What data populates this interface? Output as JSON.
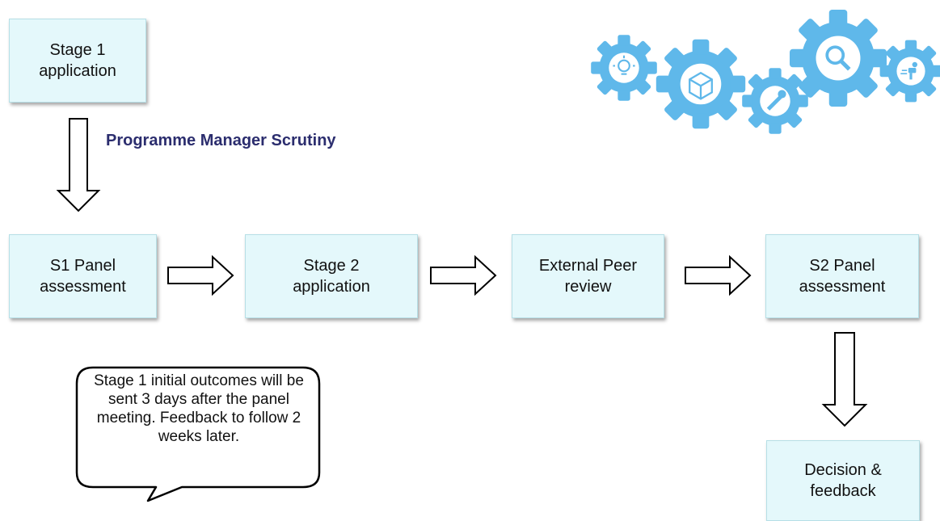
{
  "stages": {
    "stage1_application": "Stage 1\napplication",
    "s1_panel": "S1 Panel\nassessment",
    "stage2_application": "Stage 2\napplication",
    "external_peer": "External Peer\nreview",
    "s2_panel": "S2 Panel\nassessment",
    "decision": "Decision &\nfeedback"
  },
  "scrutiny_label": "Programme Manager Scrutiny",
  "callout_text": "Stage 1 initial outcomes will be sent 3 days after the panel meeting. Feedback to follow 2 weeks later.",
  "colors": {
    "box_fill": "#e4f8fb",
    "gear": "#5fb8ea",
    "label_text": "#2b2d6e"
  },
  "gear_icons": [
    "lightbulb-icon",
    "cube-icon",
    "wrench-icon",
    "magnifier-icon",
    "person-running-icon"
  ]
}
